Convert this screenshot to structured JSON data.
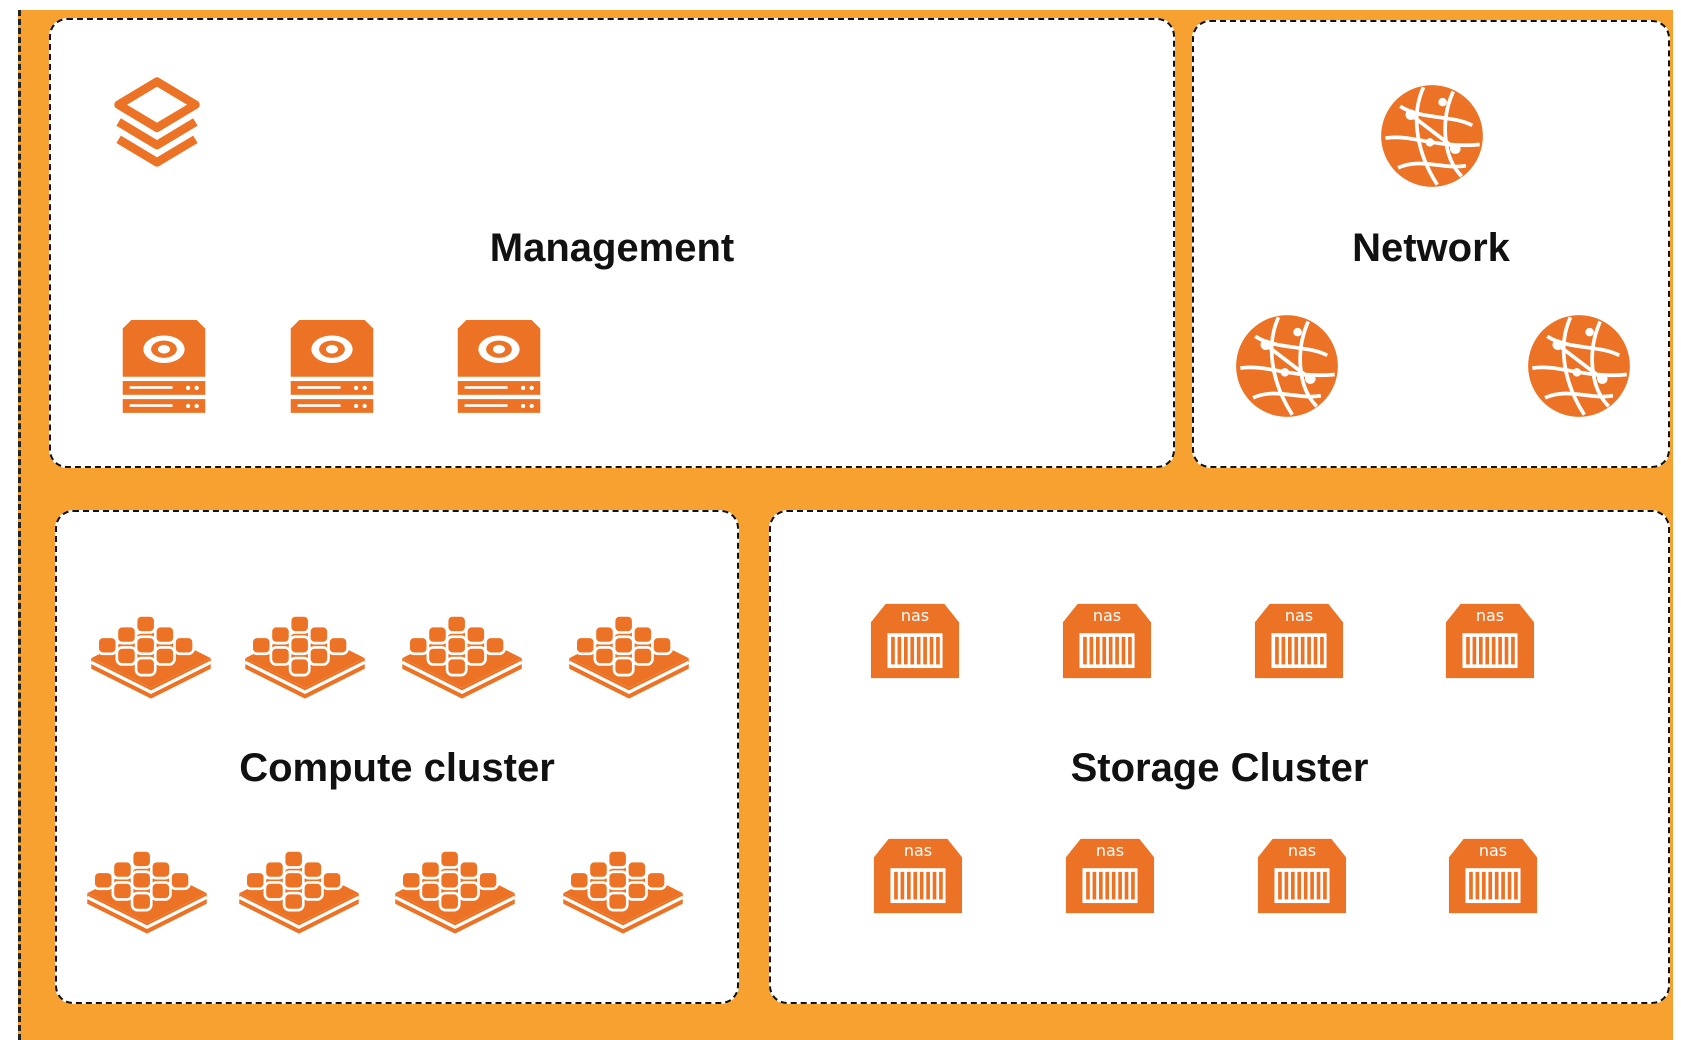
{
  "colors": {
    "frame": "#F7A131",
    "icon": "#EC7325",
    "panel_border": "#111111"
  },
  "panels": {
    "management": {
      "label": "Management",
      "icons": [
        "layers-icon",
        "server-icon",
        "server-icon",
        "server-icon"
      ]
    },
    "network": {
      "label": "Network",
      "icons": [
        "globe-icon",
        "globe-icon",
        "globe-icon"
      ]
    },
    "compute": {
      "label": "Compute cluster",
      "icons": [
        "compute-block-icon",
        "compute-block-icon",
        "compute-block-icon",
        "compute-block-icon",
        "compute-block-icon",
        "compute-block-icon",
        "compute-block-icon",
        "compute-block-icon"
      ]
    },
    "storage": {
      "label": "Storage Cluster",
      "nas_text": "nas",
      "icons": [
        "nas-icon",
        "nas-icon",
        "nas-icon",
        "nas-icon",
        "nas-icon",
        "nas-icon",
        "nas-icon",
        "nas-icon"
      ]
    }
  }
}
